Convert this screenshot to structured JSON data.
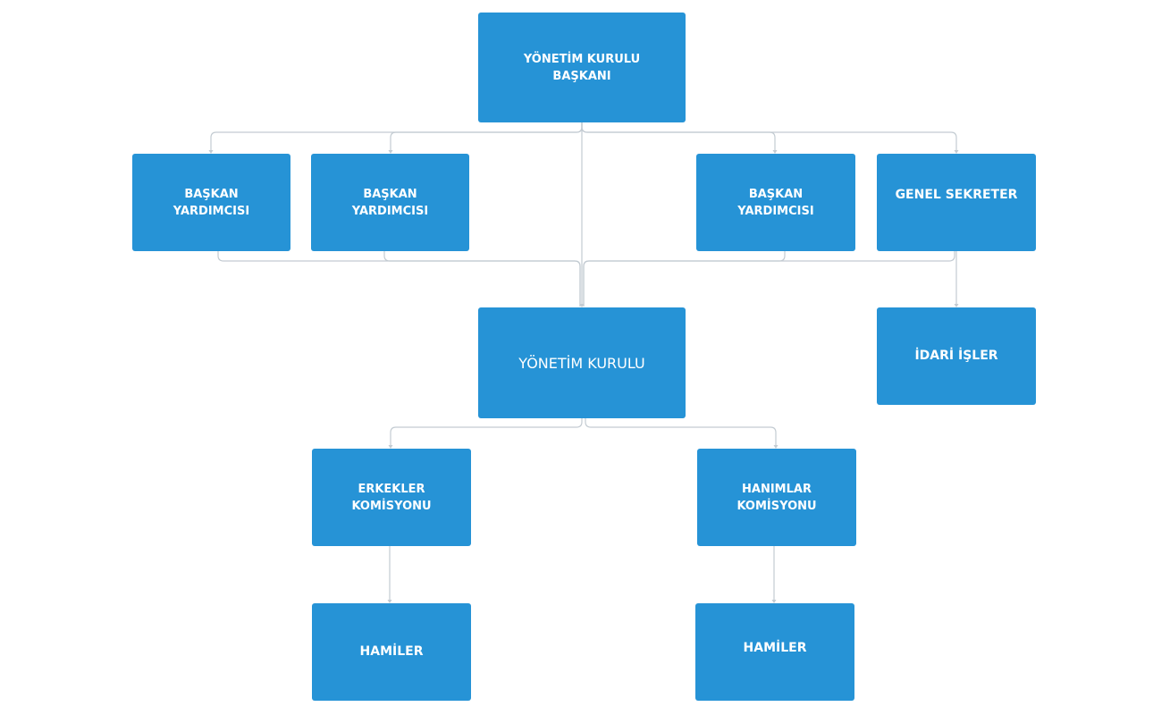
{
  "diagram": {
    "nodes": {
      "chairman": "YÖNETİM KURULU BAŞKANI",
      "vice1": "BAŞKAN YARDIMCISI",
      "vice2": "BAŞKAN YARDIMCISI",
      "vice3": "BAŞKAN YARDIMCISI",
      "secretary": "GENEL SEKRETER",
      "board": "YÖNETİM KURULU",
      "admin": "İDARİ İŞLER",
      "men": "ERKEKLER KOMİSYONU",
      "women": "HANIMLAR KOMİSYONU",
      "men_hamiler": "HAMİLER",
      "women_hamiler": "HAMİLER"
    },
    "colors": {
      "node_fill": "#2693d6",
      "node_text": "#ffffff",
      "connector": "#c3cbd2"
    }
  }
}
